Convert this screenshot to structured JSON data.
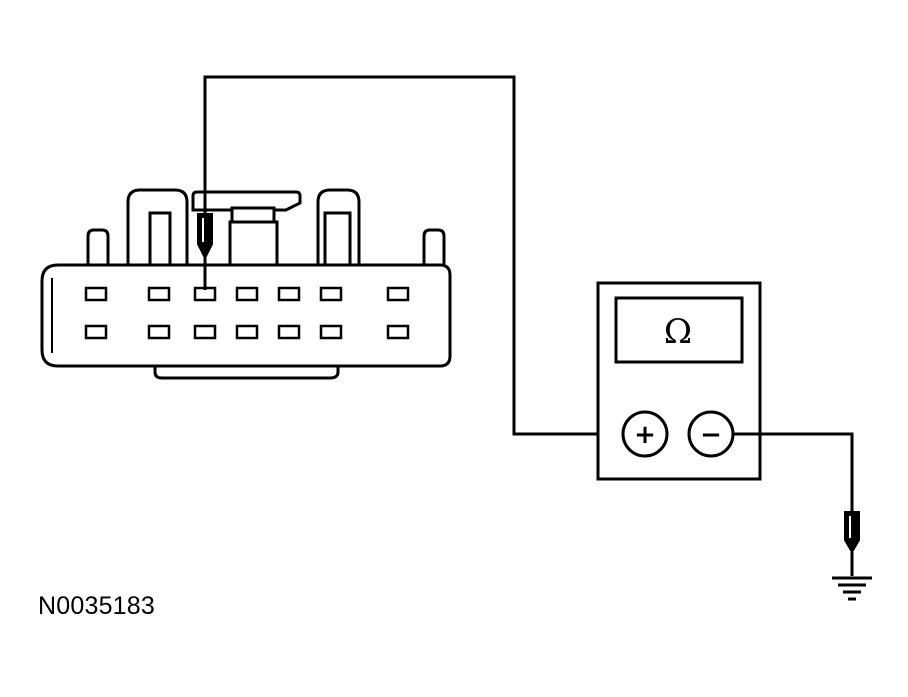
{
  "figure_id": "N0035183",
  "meter": {
    "display_symbol": "Ω",
    "positive_label": "+",
    "negative_label": "−"
  },
  "connector": {
    "top_row_pins": 7,
    "bottom_row_pins": 7,
    "probed_pin": "top row, pin 3"
  },
  "icons": [
    "probe-icon",
    "ground-icon"
  ],
  "colors": {
    "line": "#000000",
    "background": "#ffffff"
  }
}
